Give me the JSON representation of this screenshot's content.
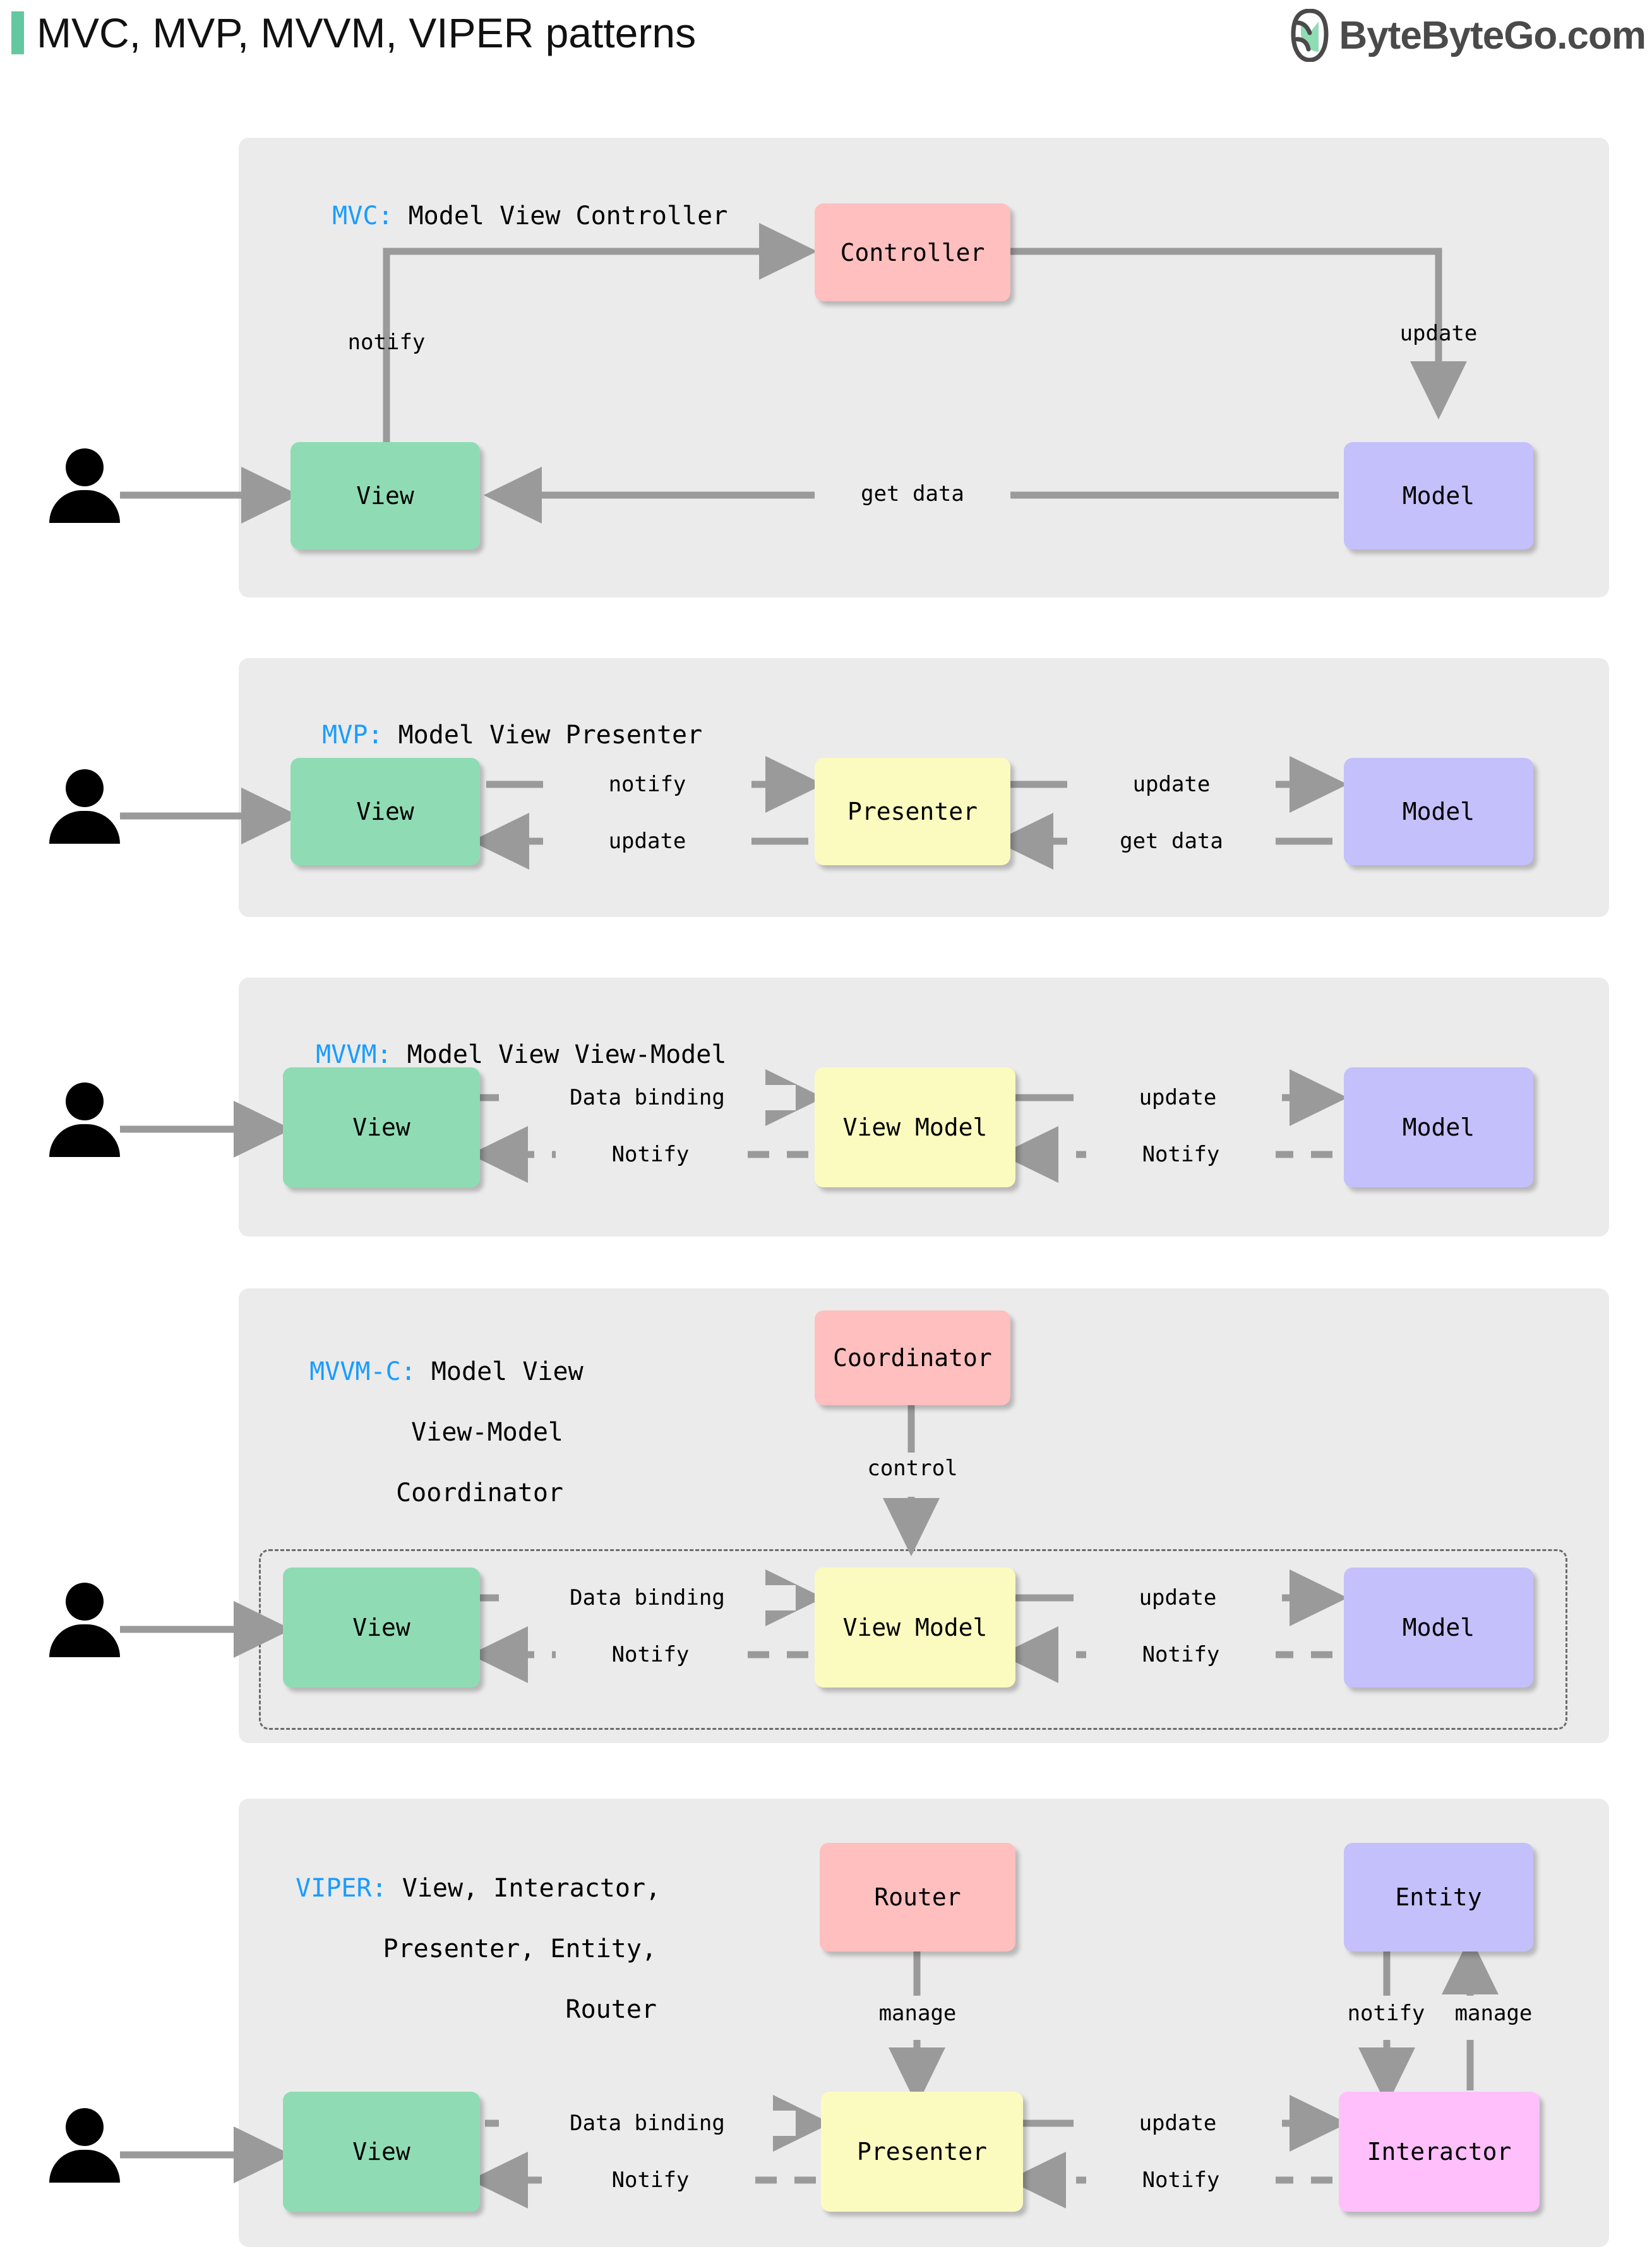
{
  "header": {
    "title": "MVC, MVP, MVVM, VIPER patterns",
    "accent_color": "#63c8a0",
    "brand": "ByteByteGo.com",
    "brand_color": "#4a4a4a",
    "logo_icon": "bytebytego-leaf-logo"
  },
  "colors": {
    "panel_bg": "#ebebeb",
    "view": "#8fdcb4",
    "model": "#c4c0fb",
    "presenter": "#fbfbbf",
    "controller": "#ffbfbf",
    "interactor": "#ffbffb",
    "arrow": "#9a9a9a",
    "keyword": "#1a9cff",
    "page_bg": "#ffffff"
  },
  "panels": [
    {
      "id": "mvc",
      "keyword": "MVC:",
      "title": " Model View Controller",
      "nodes": [
        {
          "name": "view",
          "label": "View",
          "color": "view"
        },
        {
          "name": "controller",
          "label": "Controller",
          "color": "controller"
        },
        {
          "name": "model",
          "label": "Model",
          "color": "model"
        }
      ],
      "edges": [
        {
          "from": "user",
          "to": "view",
          "label": "",
          "style": "solid"
        },
        {
          "from": "view",
          "to": "controller",
          "label": "notify",
          "style": "solid"
        },
        {
          "from": "controller",
          "to": "model",
          "label": "update",
          "style": "solid"
        },
        {
          "from": "model",
          "to": "view",
          "label": "get data",
          "style": "solid"
        }
      ]
    },
    {
      "id": "mvp",
      "keyword": "MVP:",
      "title": " Model View Presenter",
      "nodes": [
        {
          "name": "view",
          "label": "View",
          "color": "view"
        },
        {
          "name": "presenter",
          "label": "Presenter",
          "color": "presenter"
        },
        {
          "name": "model",
          "label": "Model",
          "color": "model"
        }
      ],
      "edges": [
        {
          "from": "user",
          "to": "view",
          "label": "",
          "style": "solid"
        },
        {
          "from": "view",
          "to": "presenter",
          "label": "notify",
          "style": "solid"
        },
        {
          "from": "presenter",
          "to": "model",
          "label": "update",
          "style": "solid"
        },
        {
          "from": "model",
          "to": "presenter",
          "label": "get data",
          "style": "solid"
        },
        {
          "from": "presenter",
          "to": "view",
          "label": "update",
          "style": "solid"
        }
      ]
    },
    {
      "id": "mvvm",
      "keyword": "MVVM:",
      "title": " Model View View-Model",
      "nodes": [
        {
          "name": "view",
          "label": "View",
          "color": "view"
        },
        {
          "name": "viewmodel",
          "label": "View Model",
          "color": "presenter"
        },
        {
          "name": "model",
          "label": "Model",
          "color": "model"
        }
      ],
      "edges": [
        {
          "from": "user",
          "to": "view",
          "label": "",
          "style": "solid"
        },
        {
          "from": "view",
          "to": "viewmodel",
          "label": "Data binding",
          "style": "solid"
        },
        {
          "from": "viewmodel",
          "to": "model",
          "label": "update",
          "style": "solid"
        },
        {
          "from": "model",
          "to": "viewmodel",
          "label": "Notify",
          "style": "dashed"
        },
        {
          "from": "viewmodel",
          "to": "view",
          "label": "Notify",
          "style": "dashed"
        }
      ]
    },
    {
      "id": "mvvmc",
      "keyword": "MVVM-C:",
      "title_lines": [
        " Model View",
        "View-Model",
        "Coordinator"
      ],
      "nodes": [
        {
          "name": "coordinator",
          "label": "Coordinator",
          "color": "controller"
        },
        {
          "name": "view",
          "label": "View",
          "color": "view"
        },
        {
          "name": "viewmodel",
          "label": "View Model",
          "color": "presenter"
        },
        {
          "name": "model",
          "label": "Model",
          "color": "model"
        }
      ],
      "edges": [
        {
          "from": "coordinator",
          "to": "group",
          "label": "control",
          "style": "solid"
        },
        {
          "from": "user",
          "to": "view",
          "label": "",
          "style": "solid"
        },
        {
          "from": "view",
          "to": "viewmodel",
          "label": "Data binding",
          "style": "solid"
        },
        {
          "from": "viewmodel",
          "to": "model",
          "label": "update",
          "style": "solid"
        },
        {
          "from": "model",
          "to": "viewmodel",
          "label": "Notify",
          "style": "dashed"
        },
        {
          "from": "viewmodel",
          "to": "view",
          "label": "Notify",
          "style": "dashed"
        }
      ]
    },
    {
      "id": "viper",
      "keyword": "VIPER:",
      "title_lines": [
        " View, Interactor,",
        "Presenter, Entity,",
        "Router"
      ],
      "nodes": [
        {
          "name": "router",
          "label": "Router",
          "color": "controller"
        },
        {
          "name": "entity",
          "label": "Entity",
          "color": "model"
        },
        {
          "name": "view",
          "label": "View",
          "color": "view"
        },
        {
          "name": "presenter",
          "label": "Presenter",
          "color": "presenter"
        },
        {
          "name": "interactor",
          "label": "Interactor",
          "color": "interactor"
        }
      ],
      "edges": [
        {
          "from": "router",
          "to": "presenter",
          "label": "manage",
          "style": "solid"
        },
        {
          "from": "entity",
          "to": "interactor",
          "label": "notify",
          "style": "solid"
        },
        {
          "from": "interactor",
          "to": "entity",
          "label": "manage",
          "style": "solid"
        },
        {
          "from": "user",
          "to": "view",
          "label": "",
          "style": "solid"
        },
        {
          "from": "view",
          "to": "presenter",
          "label": "Data binding",
          "style": "solid"
        },
        {
          "from": "presenter",
          "to": "interactor",
          "label": "update",
          "style": "solid"
        },
        {
          "from": "interactor",
          "to": "presenter",
          "label": "Notify",
          "style": "dashed"
        },
        {
          "from": "presenter",
          "to": "view",
          "label": "Notify",
          "style": "dashed"
        }
      ]
    }
  ],
  "labels": {
    "notify": "notify",
    "update": "update",
    "get_data": "get data",
    "data_binding": "Data binding",
    "notify_cap": "Notify",
    "control": "control",
    "manage": "manage"
  },
  "node_labels": {
    "view": "View",
    "model": "Model",
    "controller": "Controller",
    "presenter": "Presenter",
    "view_model": "View Model",
    "coordinator": "Coordinator",
    "router": "Router",
    "entity": "Entity",
    "interactor": "Interactor"
  },
  "titles": {
    "mvc_kw": "MVC:",
    "mvc_rest": " Model View Controller",
    "mvp_kw": "MVP:",
    "mvp_rest": " Model View Presenter",
    "mvvm_kw": "MVVM:",
    "mvvm_rest": " Model View View-Model",
    "mvvmc_kw": "MVVM-C:",
    "mvvmc_l1": " Model View",
    "mvvmc_l2": "View-Model",
    "mvvmc_l3": "Coordinator",
    "viper_kw": "VIPER:",
    "viper_l1": " View, Interactor,",
    "viper_l2": "Presenter, Entity,",
    "viper_l3": "Router"
  }
}
